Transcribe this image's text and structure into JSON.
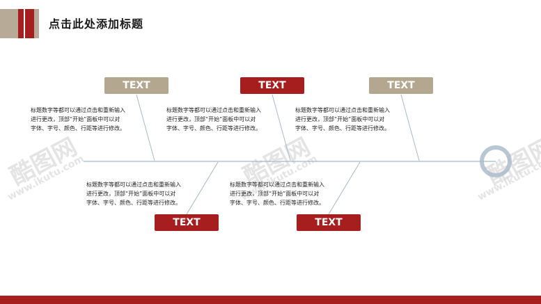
{
  "header": {
    "title": "点击此处添加标题"
  },
  "labels": {
    "top_left": "TEXT",
    "top_center": "TEXT",
    "top_right": "TEXT",
    "bottom_left": "TEXT",
    "bottom_right": "TEXT"
  },
  "descriptions": {
    "top_left": [
      "标题数字等都可以通过点击和重新输入",
      "进行更改，顶部“开始”面板中可以对",
      "字体、字号、颜色、行距等进行修改。"
    ],
    "top_center": [
      "标题数字等都可以通过点击和重新输入",
      "进行更改，顶部“开始”面板中可以对",
      "字体、字号、颜色、行距等进行修改。"
    ],
    "top_right": [
      "标题数字等都可以通过点击和重新输入",
      "进行更改，顶部“开始”面板中可以对",
      "字体、字号、颜色、行距等进行修改。"
    ],
    "bottom_left": [
      "标题数字等都可以通过点击和重新输入",
      "进行更改，顶部“开始”面板中可以对",
      "字体、字号、颜色、行距等进行修改。"
    ],
    "bottom_right": [
      "标题数字等都可以通过点击和重新输入",
      "进行更改，顶部“开始”面板中可以对",
      "字体、字号、颜色、行距等进行修改。"
    ]
  },
  "watermarks": {
    "brand": "酷图网",
    "url": "www.ikutu.com"
  },
  "colors": {
    "accent_red": "#a71e1e",
    "accent_gray": "#b4a78f",
    "line": "#a8b8c8"
  }
}
